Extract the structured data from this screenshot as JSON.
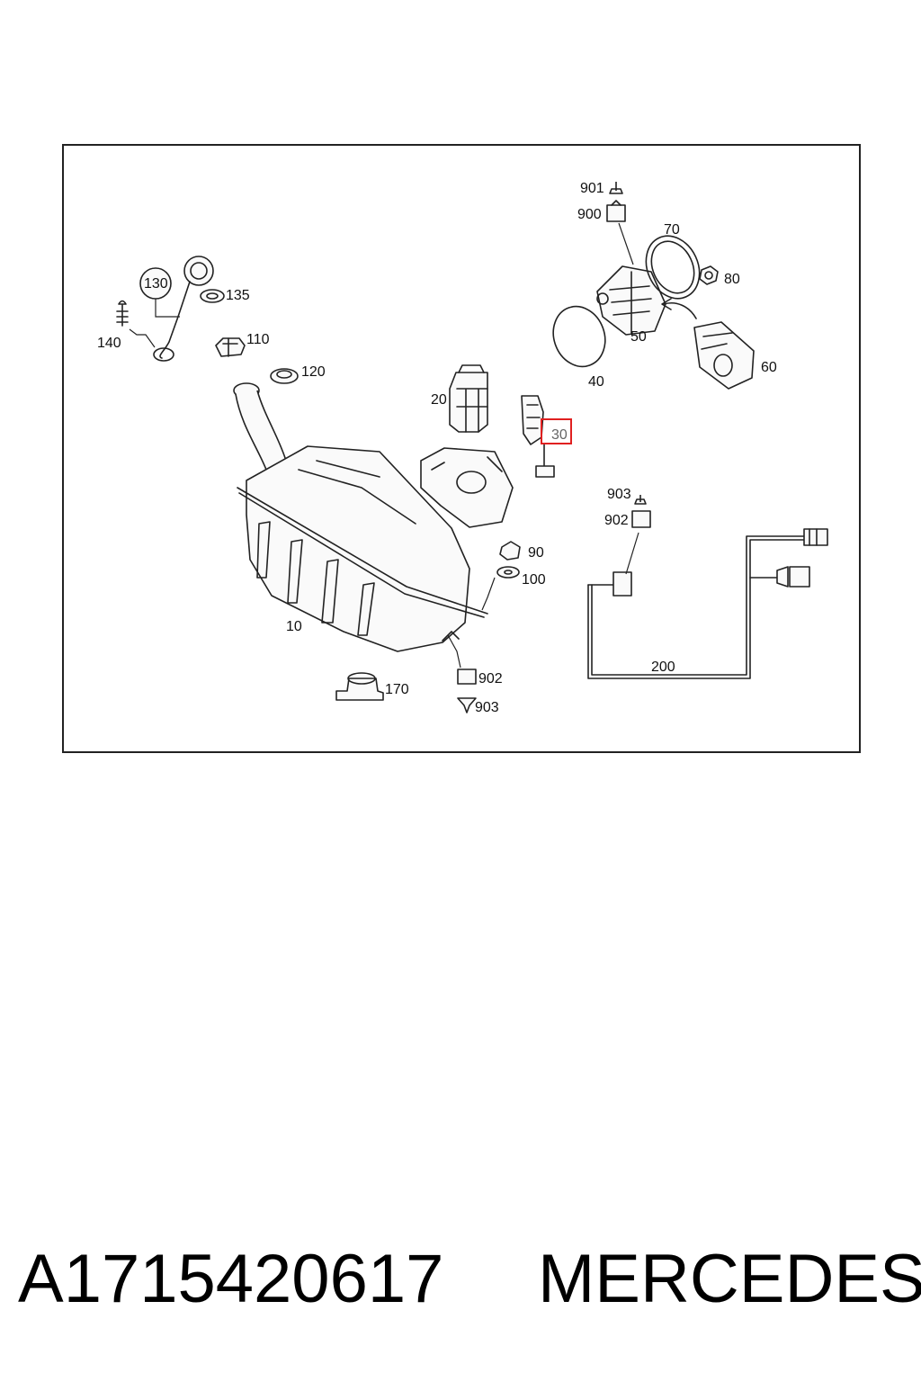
{
  "diagram": {
    "callouts": {
      "c10": "10",
      "c20": "20",
      "c30": "30",
      "c40": "40",
      "c50": "50",
      "c60": "60",
      "c70": "70",
      "c80": "80",
      "c90": "90",
      "c100": "100",
      "c110": "110",
      "c120": "120",
      "c130": "130",
      "c135": "135",
      "c140": "140",
      "c170": "170",
      "c200": "200",
      "c900": "900",
      "c901": "901",
      "c902a": "902",
      "c903a": "903",
      "c902b": "902",
      "c903b": "903"
    },
    "highlight_color": "#e02020"
  },
  "footer": {
    "part_number": "A1715420617",
    "brand": "MERCEDES"
  }
}
